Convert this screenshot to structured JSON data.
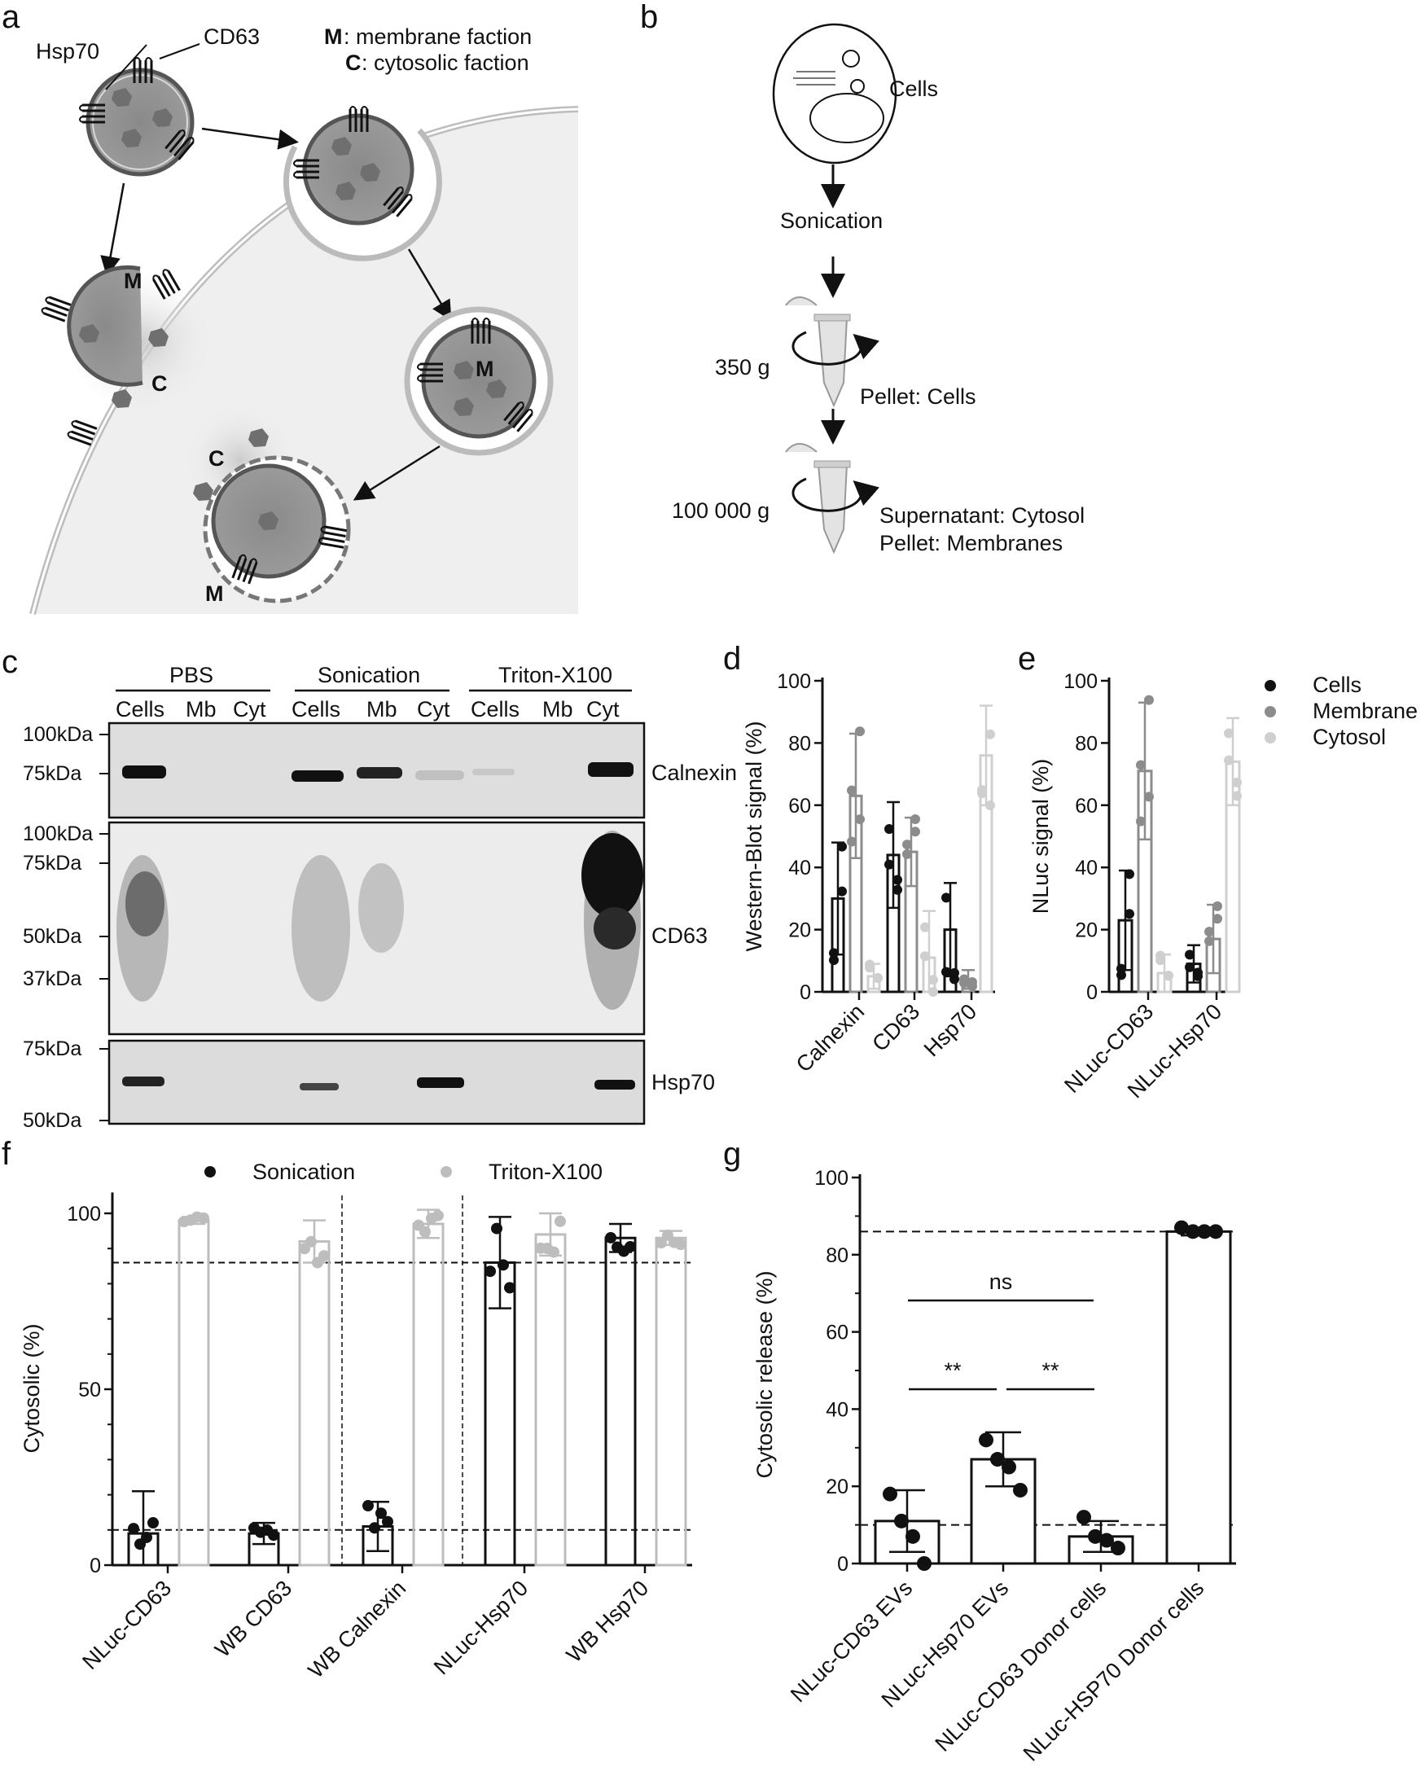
{
  "panel_letters": [
    "a",
    "b",
    "c",
    "d",
    "e",
    "f",
    "g"
  ],
  "panel_a": {
    "labels": {
      "hsp70": "Hsp70",
      "cd63": "CD63",
      "m": "M",
      "c": "C"
    },
    "legend": [
      {
        "key": "M",
        "text": ": membrane faction"
      },
      {
        "key": "C",
        "text": ": cytosolic faction"
      }
    ]
  },
  "panel_b": {
    "cells_label": "Cells",
    "step1": "Sonication",
    "spin1_speed": "350 g",
    "spin1_result": "Pellet:  Cells",
    "spin2_speed": "100 000 g",
    "spin2_result1": "Supernatant: Cytosol",
    "spin2_result2": "Pellet: Membranes"
  },
  "panel_c": {
    "groups": [
      "PBS",
      "Sonication",
      "Triton-X100"
    ],
    "lanes": [
      "Cells",
      "Mb",
      "Cyt",
      "Cells",
      "Mb",
      "Cyt",
      "Cells",
      "Mb",
      "Cyt"
    ],
    "blots": [
      {
        "name": "Calnexin",
        "markers": [
          "100kDa",
          "75kDa"
        ]
      },
      {
        "name": "CD63",
        "markers": [
          "100kDa",
          "75kDa",
          "50kDa",
          "37kDa"
        ]
      },
      {
        "name": "Hsp70",
        "markers": [
          "75kDa",
          "50kDa"
        ]
      }
    ]
  },
  "chart_data": [
    {
      "panel": "d",
      "type": "bar",
      "ylabel": "Western-Blot signal (%)",
      "ylim": [
        0,
        100
      ],
      "yticks": [
        0,
        20,
        40,
        60,
        80,
        100
      ],
      "categories": [
        "Calnexin",
        "CD63",
        "Hsp70"
      ],
      "series": [
        {
          "name": "Cells",
          "color": "#111111",
          "values": [
            30,
            44,
            20
          ],
          "err": [
            18,
            17,
            15
          ]
        },
        {
          "name": "Membrane",
          "color": "#8c8c8c",
          "values": [
            63,
            45,
            4
          ],
          "err": [
            20,
            11,
            3
          ]
        },
        {
          "name": "Cytosol",
          "color": "#cfcfcf",
          "values": [
            5,
            11,
            76
          ],
          "err": [
            4,
            15,
            16
          ]
        }
      ],
      "legend_position": "top-right"
    },
    {
      "panel": "e",
      "type": "bar",
      "ylabel": "NLuc signal (%)",
      "ylim": [
        0,
        100
      ],
      "yticks": [
        0,
        20,
        40,
        60,
        80,
        100
      ],
      "categories": [
        "NLuc-CD63",
        "NLuc-Hsp70"
      ],
      "series": [
        {
          "name": "Cells",
          "color": "#111111",
          "values": [
            23,
            9
          ],
          "err": [
            16,
            6
          ]
        },
        {
          "name": "Membrane",
          "color": "#8c8c8c",
          "values": [
            71,
            17
          ],
          "err": [
            22,
            11
          ]
        },
        {
          "name": "Cytosol",
          "color": "#cfcfcf",
          "values": [
            6,
            74
          ],
          "err": [
            6,
            14
          ]
        }
      ]
    },
    {
      "panel": "f",
      "type": "bar",
      "ylabel": "Cytosolic (%)",
      "ylim": [
        0,
        105
      ],
      "yticks": [
        0,
        50,
        100
      ],
      "categories": [
        "NLuc-CD63",
        "WB CD63",
        "WB Calnexin",
        "NLuc-Hsp70",
        "WB Hsp70"
      ],
      "series": [
        {
          "name": "Sonication",
          "color": "#111111",
          "values": [
            9,
            9,
            11,
            86,
            93
          ],
          "err": [
            12,
            3,
            7,
            13,
            4
          ]
        },
        {
          "name": "Triton-X100",
          "color": "#bdbdbd",
          "values": [
            98,
            92,
            97,
            94,
            93
          ],
          "err": [
            1,
            6,
            4,
            6,
            2
          ]
        }
      ],
      "reference_lines": [
        86,
        10
      ],
      "legend_position": "top"
    },
    {
      "panel": "g",
      "type": "bar",
      "ylabel": "Cytosolic release (%)",
      "ylim": [
        0,
        100
      ],
      "yticks": [
        0,
        20,
        40,
        60,
        80,
        100
      ],
      "categories": [
        "NLuc-CD63 EVs",
        "NLuc-Hsp70 EVs",
        "NLuc-CD63 Donor cells",
        "NLuc-HSP70 Donor cells"
      ],
      "values": [
        11,
        27,
        7,
        86
      ],
      "err": [
        8,
        7,
        4,
        1
      ],
      "points": [
        [
          18,
          11,
          7,
          0
        ],
        [
          32,
          27,
          25,
          19
        ],
        [
          12,
          7,
          6,
          4
        ],
        [
          87,
          86,
          86,
          86
        ]
      ],
      "reference_lines": [
        86,
        10
      ],
      "significance": [
        {
          "from": 0,
          "to": 2,
          "label": "ns"
        },
        {
          "from": 0,
          "to": 1,
          "label": "**"
        },
        {
          "from": 1,
          "to": 2,
          "label": "**"
        }
      ]
    }
  ]
}
